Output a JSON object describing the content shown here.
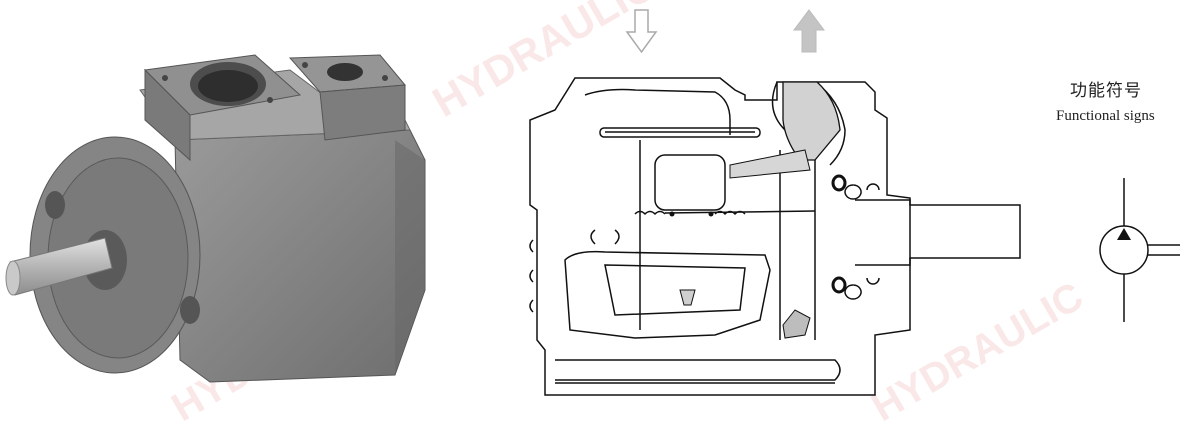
{
  "symbol_title_cn": "功能符号",
  "symbol_title_en": "Functional signs",
  "colors": {
    "pump_body": "#7e7e7e",
    "pump_shadow": "#5c5c5c",
    "shaft": "#b9b9b9",
    "line": "#111111",
    "fill_gray": "#cfcfcf",
    "watermark": "#f4c9c9"
  },
  "icons": {
    "inlet": "outline-down-arrow",
    "outlet": "gray-up-arrow",
    "pump_symbol": "hydraulic-pump-symbol"
  }
}
